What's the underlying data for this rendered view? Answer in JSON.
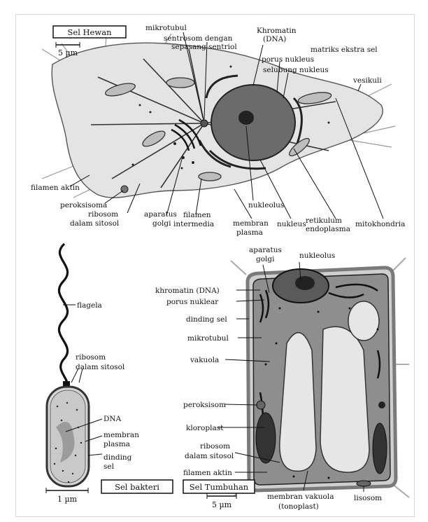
{
  "animal": {
    "title": "Sel Hewan",
    "scale": "5 µm",
    "labels": {
      "mikrotubul": "mikrotubul",
      "sentrosom1": "sentrosom dengan",
      "sentrosom2": "sepasang sentriol",
      "khromatin1": "Khromatin",
      "khromatin2": "(DNA)",
      "matriks": "matriks ekstra sel",
      "porus": "porus nukleus",
      "selubung": "selubung nukleus",
      "vesikuli": "vesikuli",
      "filamen_aktin": "filamen aktin",
      "peroksisoma": "peroksisoma",
      "ribosom1": "ribosom",
      "ribosom2": "dalam sitosol",
      "aparatus1": "aparatus",
      "aparatus2": "golgi",
      "filamen_int1": "filamen",
      "filamen_int2": "intermedia",
      "nukleolus": "nukleolus",
      "membran1": "membran",
      "membran2": "plasma",
      "nukleus": "nukleus",
      "retikulum1": "retikulum",
      "retikulum2": "endoplasma",
      "mitokhondria": "mitokhondria"
    }
  },
  "bacteria": {
    "title": "Sel bakteri",
    "scale": "1 µm",
    "labels": {
      "flagela": "flagela",
      "ribosom1": "ribosom",
      "ribosom2": "dalam sitosol",
      "dna": "DNA",
      "membran1": "membran",
      "membran2": "plasma",
      "dinding1": "dinding",
      "dinding2": "sel"
    }
  },
  "plant": {
    "title": "Sel Tumbuhan",
    "scale": "5 µm",
    "labels": {
      "aparatus1": "aparatus",
      "aparatus2": "golgi",
      "nukleolus": "nukleolus",
      "khromatin": "khromatin (DNA)",
      "porus": "porus nuklear",
      "dinding": "dinding sel",
      "mikrotubul": "mikrotubul",
      "vakuola": "vakuola",
      "peroksisom": "peroksisom",
      "kloroplast": "kloroplast",
      "ribosom1": "ribosom",
      "ribosom2": "dalam sitosol",
      "filamen_aktin": "filamen aktin",
      "membran_vak1": "membran vakuola",
      "membran_vak2": "(tonoplast)",
      "lisosom": "lisosom"
    }
  }
}
